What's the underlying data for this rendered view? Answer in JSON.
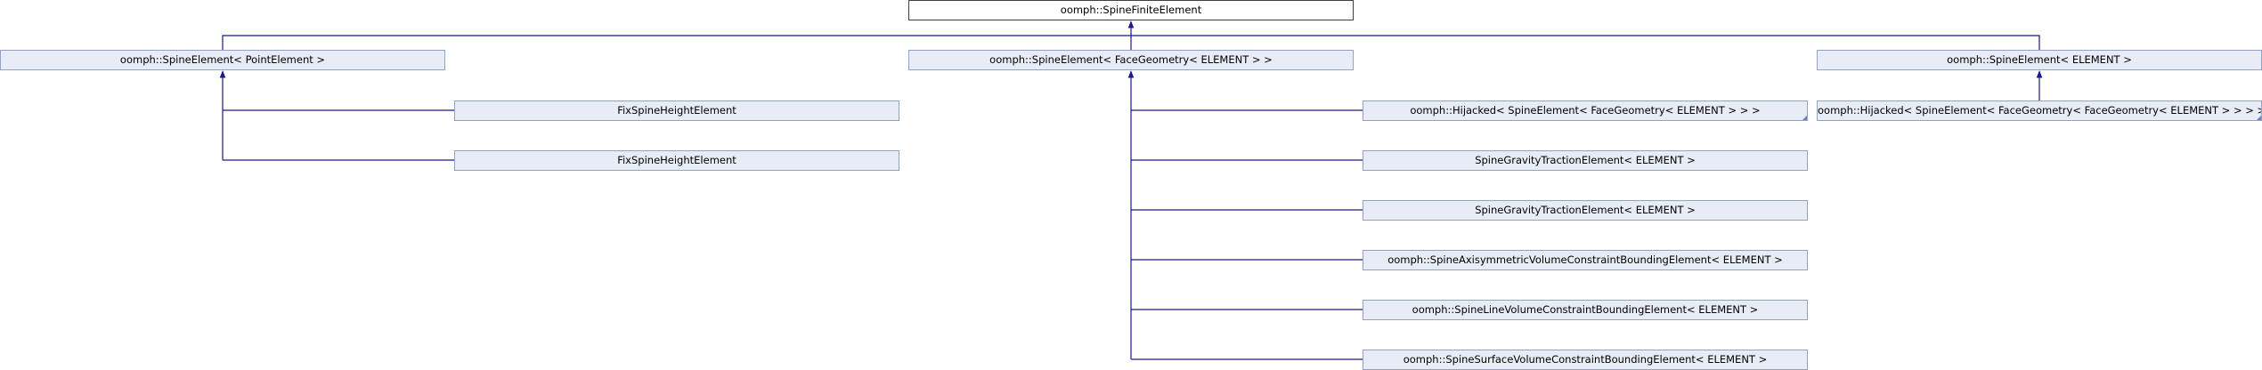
{
  "diagram": {
    "type": "class-inheritance",
    "nodes": {
      "spine_finite_element": "oomph::SpineFiniteElement",
      "spine_element_point": "oomph::SpineElement< PointElement >",
      "spine_element_face": "oomph::SpineElement< FaceGeometry< ELEMENT > >",
      "spine_element_generic": "oomph::SpineElement< ELEMENT >",
      "fix_spine_height_1": "FixSpineHeightElement",
      "fix_spine_height_2": "FixSpineHeightElement",
      "hijacked_face": "oomph::Hijacked< SpineElement< FaceGeometry< ELEMENT > > >",
      "hijacked_face_face": "oomph::Hijacked< SpineElement< FaceGeometry< FaceGeometry< ELEMENT > > > >",
      "gravity_traction_1": "SpineGravityTractionElement< ELEMENT >",
      "gravity_traction_2": "SpineGravityTractionElement< ELEMENT >",
      "axisym_volume": "oomph::SpineAxisymmetricVolumeConstraintBoundingElement< ELEMENT >",
      "line_volume": "oomph::SpineLineVolumeConstraintBoundingElement< ELEMENT >",
      "surface_volume": "oomph::SpineSurfaceVolumeConstraintBoundingElement< ELEMENT >"
    },
    "colors": {
      "edge": "#1a1a8c",
      "node_fill": "#e8ecf6",
      "node_border": "#8fa2c8",
      "root_fill": "#ffffff",
      "root_border": "#404040"
    }
  }
}
